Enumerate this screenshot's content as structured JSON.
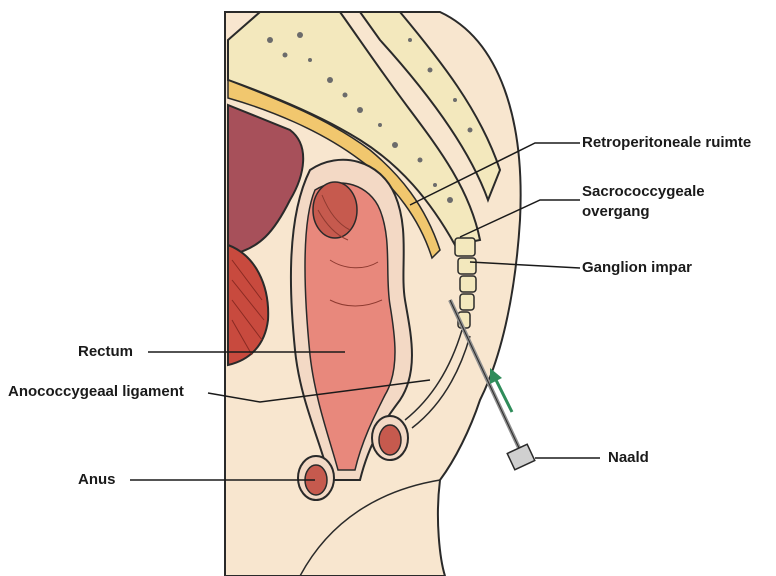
{
  "labels": {
    "retroperitoneal": "Retroperitoneale ruimte",
    "sacrococcygeal": "Sacrococcygeale\novergang",
    "ganglion": "Ganglion impar",
    "rectum": "Rectum",
    "anococcygeal": "Anococcygeaal ligament",
    "anus": "Anus",
    "needle": "Naald"
  },
  "colors": {
    "skin": "#f8e6cf",
    "bone": "#f3e8bd",
    "rectum": "#e8887c",
    "rectum_dark": "#c65a4e",
    "bladder": "#a7505a",
    "muscle": "#c84a3e",
    "fat": "#f1c76e",
    "arrow": "#2f8c5a",
    "outline": "#2a2a2a"
  }
}
